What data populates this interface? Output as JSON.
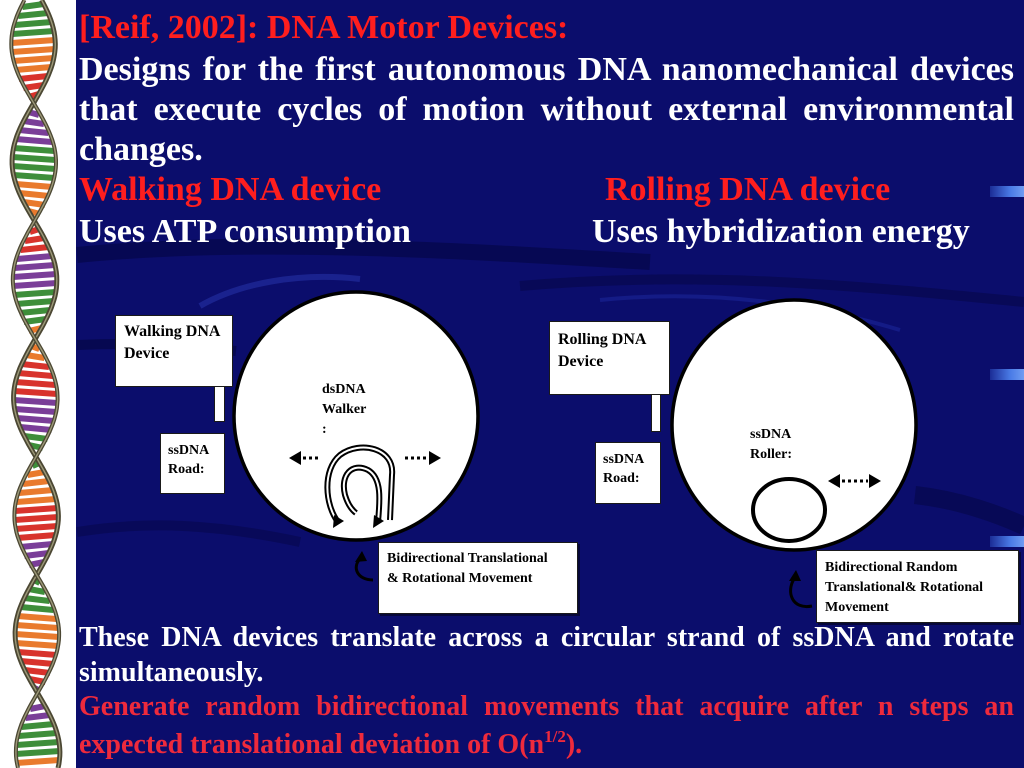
{
  "slide": {
    "title": "[Reif, 2002]: DNA Motor Devices:",
    "intro": "Designs for the first autonomous DNA nanomechanical devices that execute cycles of motion without external environmental changes.",
    "walking": {
      "heading": "Walking DNA device",
      "energy": "Uses ATP consumption"
    },
    "rolling": {
      "heading": "Rolling DNA device",
      "energy": "Uses hybridization energy"
    }
  },
  "diagram_left": {
    "device_label": [
      "Walking DNA",
      "Device"
    ],
    "road_label": [
      "ssDNA",
      "Road:"
    ],
    "walker_label": [
      "dsDNA",
      "Walker",
      ":"
    ],
    "movement_label": [
      "Bidirectional Translational",
      "& Rotational Movement"
    ]
  },
  "diagram_right": {
    "device_label": [
      "Rolling DNA",
      "Device"
    ],
    "road_label": [
      "ssDNA",
      "Road:"
    ],
    "roller_label": [
      "ssDNA",
      "Roller:"
    ],
    "movement_label": [
      "Bidirectional Random",
      "Translational& Rotational",
      "Movement"
    ]
  },
  "summary": {
    "translation": "These DNA devices translate across a circular strand of ssDNA and rotate simultaneously.",
    "deviation_text": "Generate random bidirectional movements that acquire after n steps an expected translational deviation of O(n",
    "deviation_exponent": "1/2",
    "deviation_close": ")."
  },
  "colors": {
    "background": "#0b0d6c",
    "title_red": "#ff1e1e",
    "body_text": "#ffffff",
    "summary_red": "#ee2a3c",
    "diagram_ink": "#000000",
    "helix_strand": "#4b4733",
    "helix_rungs": [
      "#3e8e3a",
      "#e97a2d",
      "#d8332c",
      "#7a3e98"
    ]
  }
}
